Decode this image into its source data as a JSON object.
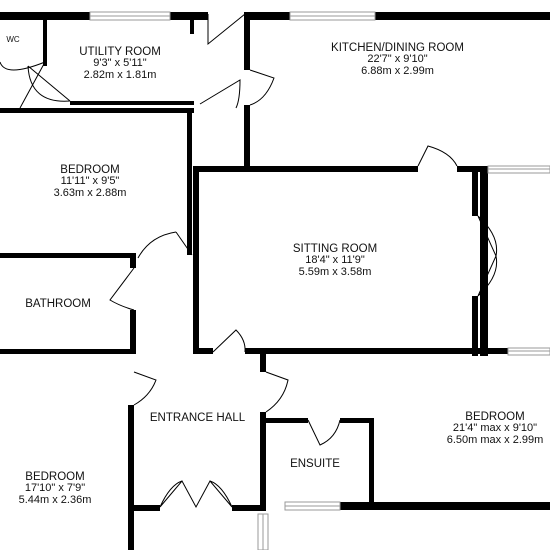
{
  "rooms": {
    "wc": {
      "name": "WC"
    },
    "utility": {
      "name": "UTILITY ROOM",
      "imperial": "9'3\"  x 5'11\"",
      "metric": "2.82m  x 1.81m"
    },
    "kitchen": {
      "name": "KITCHEN/DINING ROOM",
      "imperial": "22'7\"  x 9'10\"",
      "metric": "6.88m  x 2.99m"
    },
    "bedroom1": {
      "name": "BEDROOM",
      "imperial": "11'11\"  x 9'5\"",
      "metric": "3.63m  x 2.88m"
    },
    "sitting": {
      "name": "SITTING ROOM",
      "imperial": "18'4\"  x 11'9\"",
      "metric": "5.59m  x 3.58m"
    },
    "bathroom": {
      "name": "BATHROOM"
    },
    "hall": {
      "name": "ENTRANCE HALL"
    },
    "bedroom2": {
      "name": "BEDROOM",
      "imperial": "21'4\" max x 9'10\"",
      "metric": "6.50m max x 2.99m"
    },
    "ensuite": {
      "name": "ENSUITE"
    },
    "bedroom3": {
      "name": "BEDROOM",
      "imperial": "17'10\"  x 7'9\"",
      "metric": "5.44m  x 2.36m"
    }
  },
  "colors": {
    "wall": "#000000",
    "window": "#9a9a9a",
    "background": "#ffffff"
  }
}
